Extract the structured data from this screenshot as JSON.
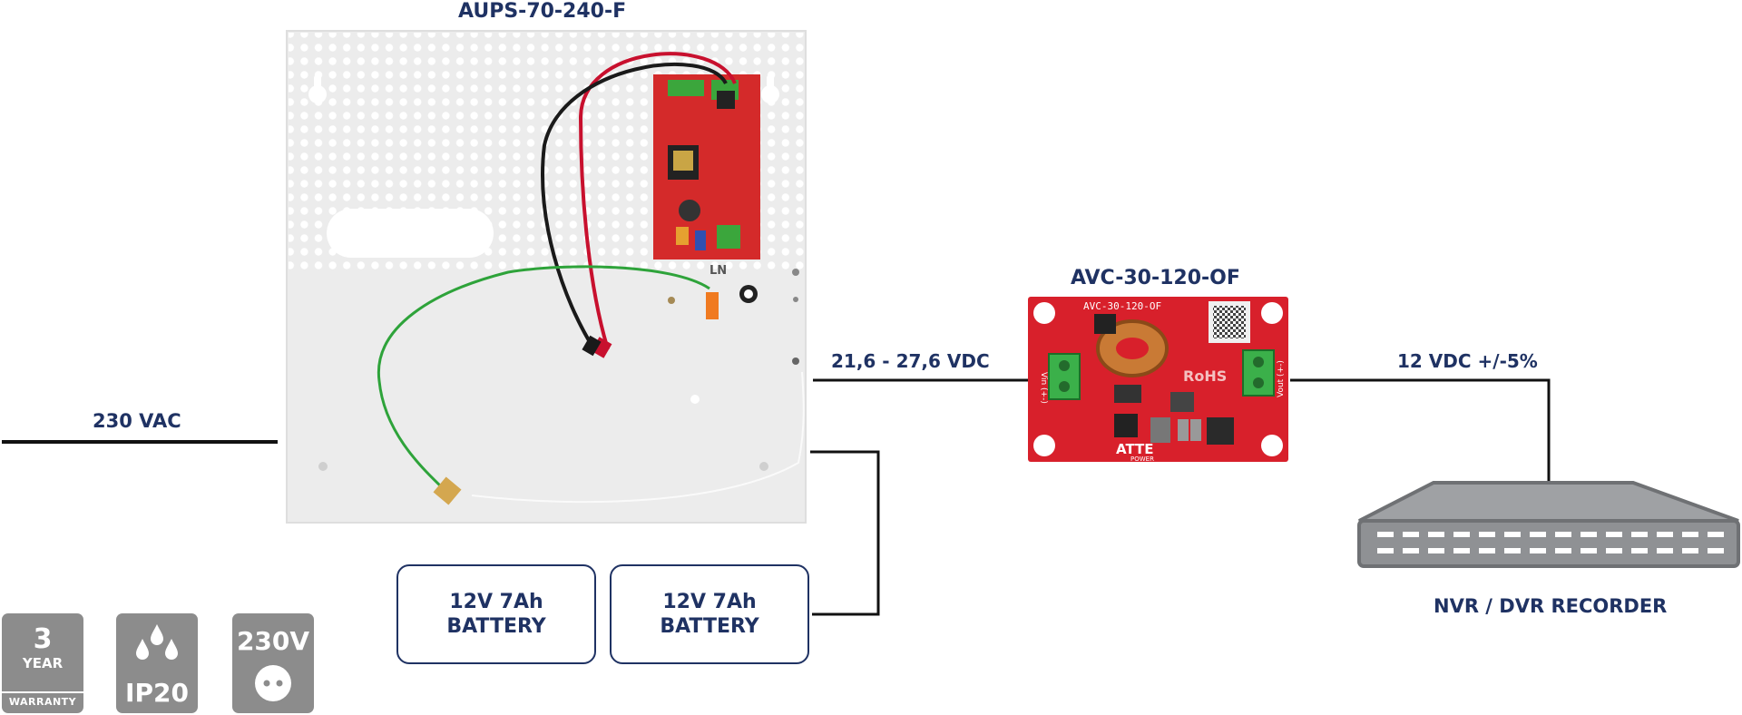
{
  "labels": {
    "power_supply": "AUPS-70-240-F",
    "converter": "AVC-30-120-OF",
    "ac_input": "230 VAC",
    "dc_input": "21,6 - 27,6 VDC",
    "dc_output": "12 VDC +/-5%",
    "recorder": "NVR / DVR RECORDER"
  },
  "batteries": [
    {
      "line1": "12V 7Ah",
      "line2": "BATTERY"
    },
    {
      "line1": "12V 7Ah",
      "line2": "BATTERY"
    }
  ],
  "badges": {
    "warranty": {
      "number": "3",
      "unit": "YEAR",
      "caption": "WARRANTY"
    },
    "ip": {
      "text": "IP20"
    },
    "voltage": {
      "text": "230V"
    }
  },
  "pcb_markings": {
    "board_title": "AVC-30-120-OF",
    "compliance": "RoHS",
    "input_terminal": "Vin (+-)",
    "output_terminal": "Vout (+-)",
    "brand": "ATTE",
    "brand_sub": "POWER",
    "terminal_marks": "LN"
  },
  "colors": {
    "label_text": "#1f3263",
    "wire": "#111111",
    "pcb": "#d8202b",
    "enclosure": "#ececec",
    "badge": "#8c8c8c",
    "recorder_body": "#8f9194"
  }
}
